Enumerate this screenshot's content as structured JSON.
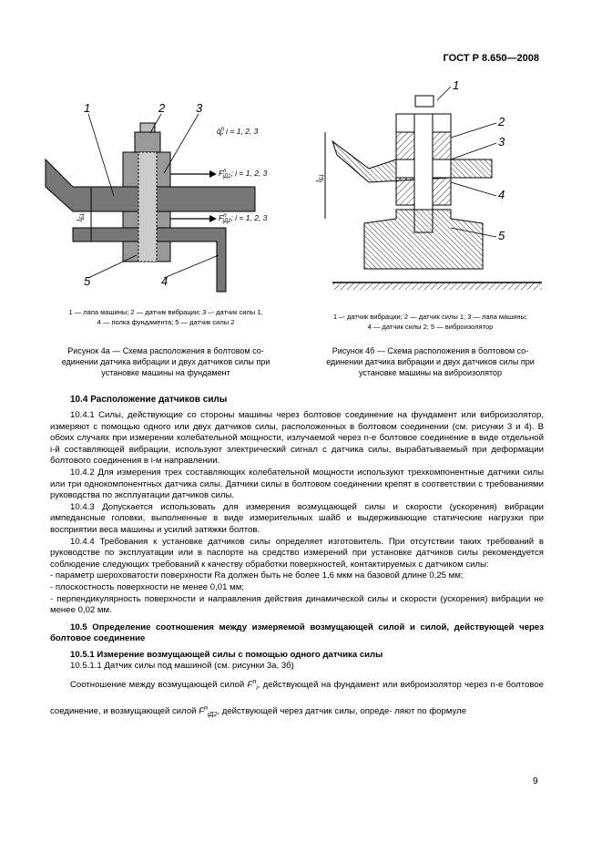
{
  "header": {
    "standard": "ГОСТ Р 8.650—2008"
  },
  "figure_a": {
    "labels": [
      "1",
      "2",
      "3",
      "4",
      "5"
    ],
    "q_label": "q̄",
    "q_sup": "n",
    "q_sub": "i",
    "q_suffix": "; i = 1, 2, 3",
    "f1_label": "F",
    "f1_sup": "n",
    "f1_sub": "iД1",
    "f1_suffix": "; i = 1, 2, 3",
    "f2_label": "F",
    "f2_sup": "n",
    "f2_sub": "iД2",
    "f2_suffix": "; i = 1, 2, 3",
    "l_label": "l",
    "l_sub": "Б1",
    "legend_line1": "1 — лапа машины; 2 — датчик вибрации; 3 –- датчик силы 1,",
    "legend_line2": "4 — полка фундамента; 5 — датчик силы 2",
    "title_line1": "Рисунок 4а — Схема расположения в болтовом со-",
    "title_line2": "единении датчика вибрации и двух датчиков силы при",
    "title_line3": "установке машины на фундамент"
  },
  "figure_b": {
    "labels": [
      "1",
      "2",
      "3",
      "4",
      "5"
    ],
    "l_label": "l",
    "l_sub": "Б1",
    "legend_line1": "1 –- датчик вибрации; 2 — датчик силы 1; 3 — лапа машины;",
    "legend_line2": "4 — датчик силы 2; 5 — виброизолятор",
    "title_line1": "Рисунок 4б — Схема расположения в болтовом со-",
    "title_line2": "единении датчика вибрации и двух датчиков силы при",
    "title_line3": "установке машины на виброизолятор"
  },
  "sections": {
    "s104_title": "10.4 Расположение датчиков силы",
    "p1041": "10.4.1 Силы, действующие со стороны машины через болтовое соединение на фундамент или виброизолятор, измеряют с помощью одного или двух датчиков силы, расположенных в болтовом соединении (см. рисунки 3 и 4). В обоих случаях при измерении колебательной мощности, излучаемой через n-е болтовое соединение в виде отдельной i-й составляющей вибрации, используют электрический сигнал с датчика силы, вырабатываемый при деформации болтового соединения в i-м направлении.",
    "p1042": "10.4.2 Для измерения трех составляющих колебательной мощности используют трехкомпонентные датчики силы или три однокомпонентных датчика силы. Датчики силы в болтовом соединении крепят в соответствии с требованиями руководства по эксплуатации датчиков силы.",
    "p1043": "10.4.3 Допускается использовать для измерения возмущающей силы и скорости (ускорения) вибрации импедансные головки, выполненные в виде измерительных шайб и выдерживающие статические нагрузки при восприятии веса машины и усилий затяжки болтов.",
    "p1044": "10.4.4 Требования к установке датчиков силы определяет изготовитель. При отсутствии таких требований в руководстве по эксплуатации или в паспорте на средство измерений при установке датчиков силы рекомендуется соблюдение следующих требований к качеству обработки поверхностей, контактируемых с датчиком силы:",
    "b1": "- параметр шероховатости поверхности Ra должен быть не более 1,6 мкм на базовой длине 0,25 мм;",
    "b2": "- плоскостность поверхности не менее 0,01 мм;",
    "b3": "- перпендикулярность поверхности и направления действия динамической силы и скорости (ускорения) вибрации не менее 0,02 мм.",
    "s105_title": "10.5 Определение соотношения между измеряемой возмущающей силой и силой, действующей через болтовое соединение",
    "s1051_title": "10.5.1 Измерение возмущающей силы с помощью одного датчика силы",
    "p10511": "10.5.1.1 Датчик силы под машиной (см. рисунки 3а, 3б)",
    "p_rel_a": "Соотношение между возмущающей силой",
    "p_rel_b": ", действующей на фундамент или виброизолятор",
    "p_rel_c": "через n-е болтовое соединение, и возмущающей силой",
    "p_rel_d": ", действующей через датчик силы, опреде-",
    "p_rel_e": "ляют по формуле",
    "fi_base": "F",
    "fi_sup": "n",
    "fi_sub": "i",
    "fd_base": "F",
    "fd_sup": "n",
    "fd_sub": "iД2"
  },
  "page_number": "9"
}
